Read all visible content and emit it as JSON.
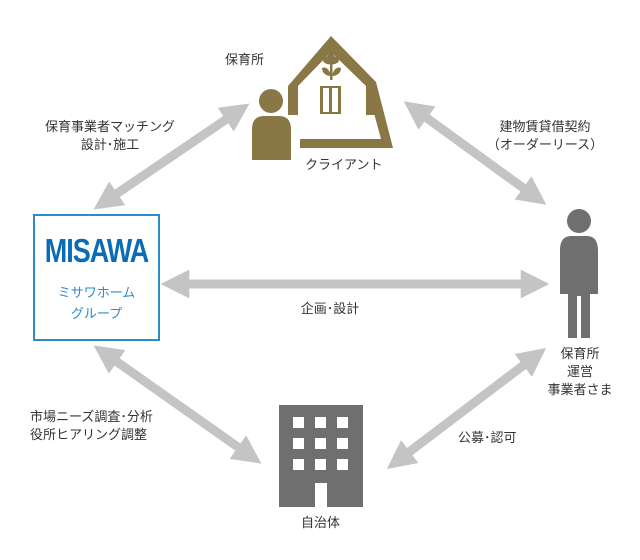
{
  "colors": {
    "arrow": "#c4c4c4",
    "client_gold": "#8a7746",
    "building_gray": "#6f6f6f",
    "person_gray": "#6f6f6f",
    "misawa_blue": "#0b6cb5",
    "misawa_border": "#2e8bc9"
  },
  "icons": {
    "nursery": "house-with-flower-icon",
    "client": "person-icon",
    "operator": "person-icon",
    "municipality": "office-building-icon"
  },
  "nodes": {
    "nursery_label": "保育所",
    "client_label": "クライアント",
    "misawa_logo": "MISAWA",
    "misawa_sub_1": "ミサワホーム",
    "misawa_sub_2": "グループ",
    "operator_line_1": "保育所",
    "operator_line_2": "運営",
    "operator_line_3": "事業者さま",
    "municipality_label": "自治体"
  },
  "edges": {
    "misawa_client_1": "保育事業者マッチング",
    "misawa_client_2": "設計･施工",
    "client_operator_1": "建物賃貸借契約",
    "client_operator_2": "（オーダーリース）",
    "misawa_operator": "企画･設計",
    "misawa_municipality_1": "市場ニーズ調査･分析",
    "misawa_municipality_2": "役所ヒアリング調整",
    "operator_municipality": "公募･認可"
  }
}
